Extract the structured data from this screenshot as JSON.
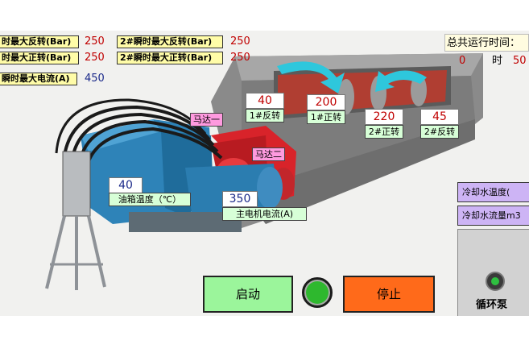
{
  "params": {
    "r1": {
      "label": "时最大反转(Bar)",
      "value": "250"
    },
    "r2": {
      "label": "时最大正转(Bar)",
      "value": "250"
    },
    "r3": {
      "label": "2#瞬时最大反转(Bar)",
      "value": "250"
    },
    "r4": {
      "label": "2#瞬时最大正转(Bar)",
      "value": "250"
    },
    "r5": {
      "label": "瞬时最大电流(A)",
      "value": "450"
    }
  },
  "runtime": {
    "label": "总共运行时间：",
    "hours": "0",
    "hours_unit": "时",
    "minutes": "50"
  },
  "motors": {
    "m1": "马达一",
    "m2": "马达二"
  },
  "rollers": [
    {
      "value": "40",
      "label": "1#反转"
    },
    {
      "value": "200",
      "label": "1#正转"
    },
    {
      "value": "220",
      "label": "2#正转"
    },
    {
      "value": "45",
      "label": "2#反转"
    }
  ],
  "oil": {
    "value": "40",
    "label": "油箱温度（℃）"
  },
  "current": {
    "value": "350",
    "label": "主电机电流(A)"
  },
  "cooling": {
    "temp_label": "冷却水温度(",
    "flow_label": "冷却水流量m3"
  },
  "controls": {
    "start": "启动",
    "stop": "停止",
    "pump": "循环泵"
  },
  "colors": {
    "running_indicator": "#2eb82e",
    "stop_button": "#ff6a1a",
    "start_button": "#9bf59b"
  }
}
